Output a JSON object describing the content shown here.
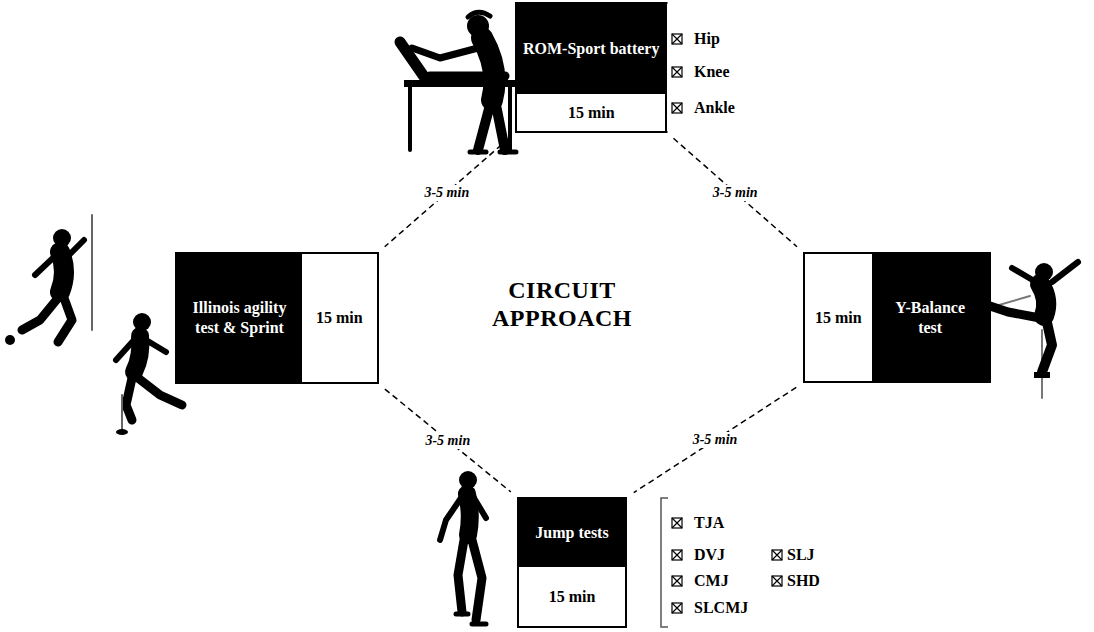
{
  "diagram": {
    "nodes": [
      {
        "text": [
          "ROM-Sport battery",
          "15 min"
        ]
      },
      {
        "text": [
          "Illinois agility test & Sprint",
          "15 min"
        ]
      },
      {
        "text": [
          "15 min",
          "Y-Balance test"
        ]
      },
      {
        "text": [
          "Jump tests",
          "15 min"
        ]
      }
    ],
    "edges": [
      {
        "from": 0,
        "to": 1,
        "label": "3-5 min",
        "arrow": "none"
      },
      {
        "from": 0,
        "to": 2,
        "label": "3-5 min",
        "arrow": "none"
      },
      {
        "from": 1,
        "to": 3,
        "label": "3-5 min",
        "arrow": "none"
      },
      {
        "from": 2,
        "to": 3,
        "label": "3-5 min",
        "arrow": "none"
      }
    ],
    "labels": [
      "CIRCUIT APPROACH",
      "Hip",
      "Knee",
      "Ankle",
      "TJA",
      "DVJ",
      "SLJ",
      "CMJ",
      "SHD",
      "SLCMJ"
    ]
  }
}
